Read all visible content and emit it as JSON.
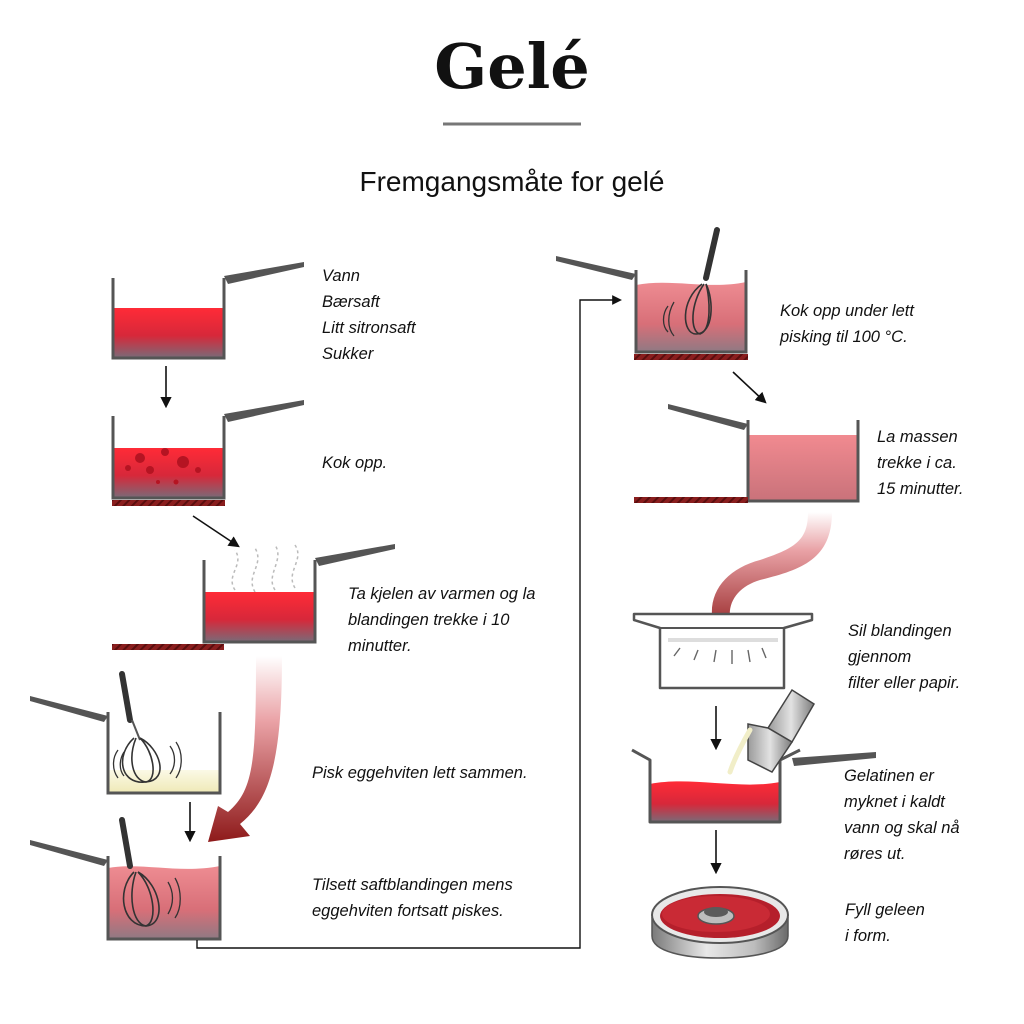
{
  "title": "Gelé",
  "subtitle": "Fremgangsmåte for gelé",
  "colors": {
    "jelly_red": "#e0222e",
    "jelly_pink": "#e9848a",
    "pan_outline": "#444444",
    "hotplate": "#8a1e1e",
    "flow_arrow": "#8e1a1a",
    "egg_white": "#f6f3d6"
  },
  "steps": [
    {
      "id": "step-1",
      "image": "saucepan-with-liquid-icon",
      "lines": [
        "Vann",
        "Bærsaft",
        "Litt sitronsaft",
        "Sukker"
      ]
    },
    {
      "id": "step-2",
      "image": "boiling-saucepan-icon",
      "lines": [
        "Kok opp."
      ]
    },
    {
      "id": "step-3",
      "image": "steaming-saucepan-icon",
      "lines": [
        "Ta kjelen av varmen og la",
        "blandingen trekke i 10",
        "minutter."
      ]
    },
    {
      "id": "step-4",
      "image": "whisking-egg-whites-icon",
      "lines": [
        "Pisk eggehviten lett sammen."
      ]
    },
    {
      "id": "step-5",
      "image": "whisk-in-pan-icon",
      "lines": [
        "Tilsett saftblandingen mens",
        "eggehviten fortsatt piskes."
      ]
    },
    {
      "id": "step-6",
      "image": "whisk-on-heat-icon",
      "lines": [
        "Kok opp under lett",
        "pisking til 100 °C."
      ]
    },
    {
      "id": "step-7",
      "image": "saucepan-off-heat-icon",
      "lines": [
        "La massen",
        "trekke i ca.",
        "15 minutter."
      ]
    },
    {
      "id": "step-8",
      "image": "strainer-icon",
      "lines": [
        "Sil blandingen",
        "gjennom",
        "filter eller papir."
      ]
    },
    {
      "id": "step-9",
      "image": "gelatin-pour-icon",
      "lines": [
        "Gelatinen er",
        "myknet i kaldt",
        "vann og skal nå",
        "røres ut."
      ]
    },
    {
      "id": "step-10",
      "image": "ring-mould-icon",
      "lines": [
        "Fyll geleen",
        "i form."
      ]
    }
  ]
}
